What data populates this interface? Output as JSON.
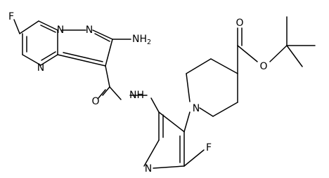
{
  "atoms": {
    "f_top": "F",
    "n_bridge": "N",
    "n_pyrazole": "N",
    "nh2": {
      "main": "NH",
      "sub": "2"
    },
    "n_pyrimidine": "N",
    "o_amide": "O",
    "nh_amide": "NH",
    "n_piperidine": "N",
    "o_carbonyl": "O",
    "o_ester": "O",
    "n_pyridine": "N",
    "f_bottom": "F"
  }
}
